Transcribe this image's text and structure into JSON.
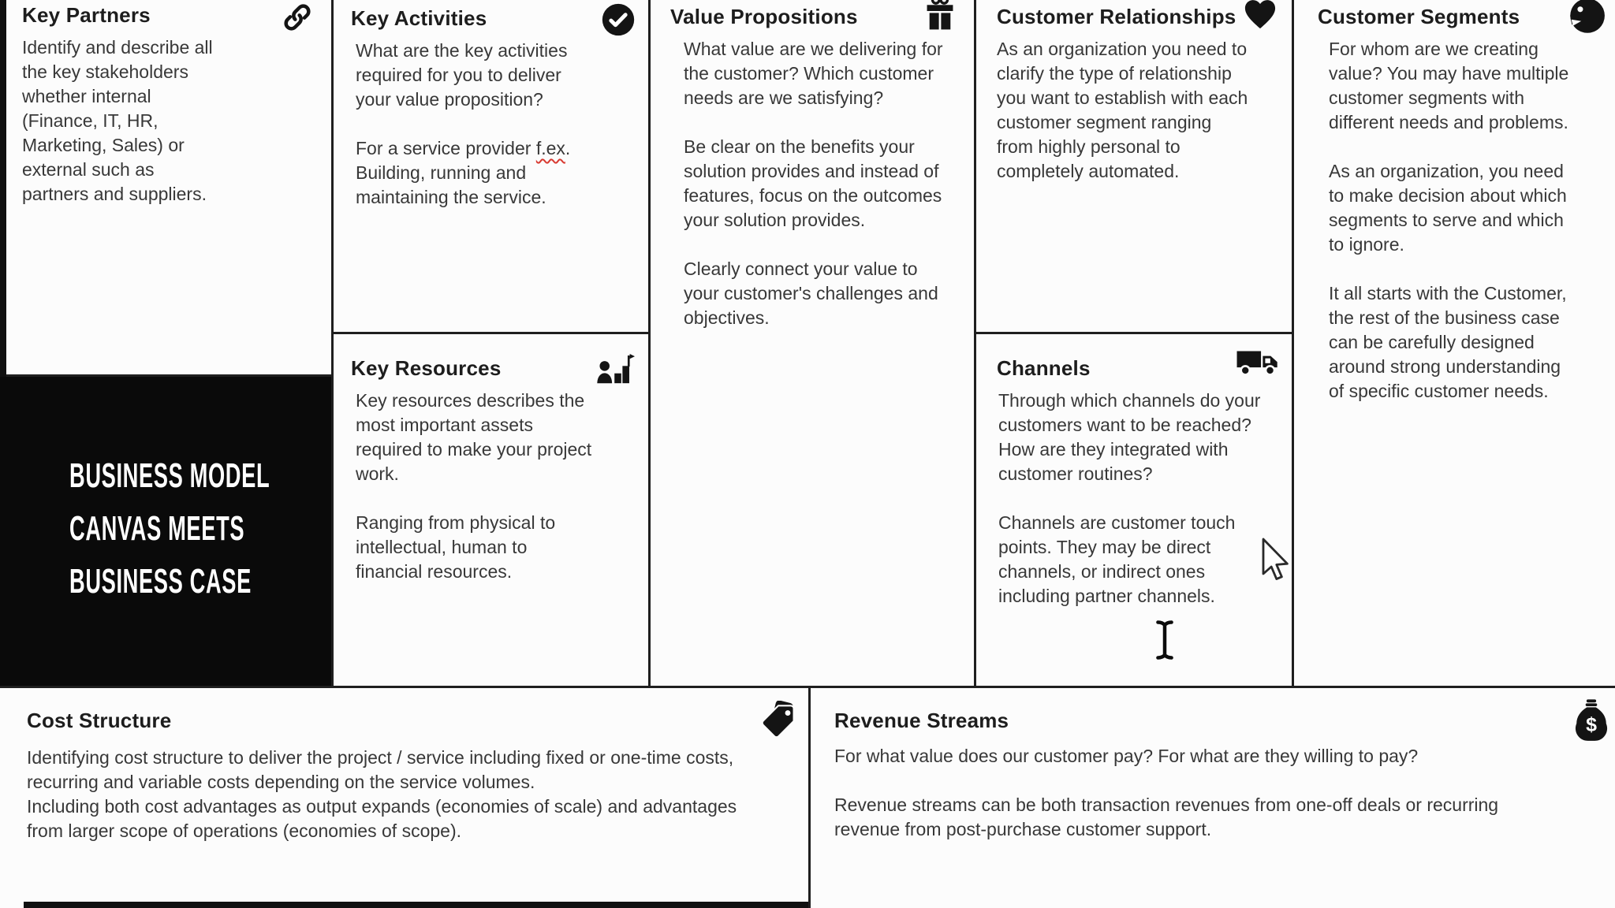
{
  "page": {
    "background": "#ffffff",
    "border_color": "#1f1f1f",
    "panel_bg": "#fcfcfc",
    "title_color": "#1d1d1d",
    "body_color": "#383838",
    "misspell_underline_color": "#d83a31"
  },
  "overlay": {
    "bg": "#0a0a0a",
    "text_color": "#ffffff",
    "lines": [
      "BUSINESS MODEL",
      "CANVAS MEETS",
      "BUSINESS CASE"
    ]
  },
  "sections": {
    "key_partners": {
      "title": "Key Partners",
      "icon": "link-icon",
      "paragraphs": [
        "Identify and describe all the key stakeholders whether internal (Finance, IT, HR, Marketing, Sales) or external such as partners and suppliers."
      ]
    },
    "key_activities": {
      "title": "Key Activities",
      "icon": "check-circle-icon",
      "p1": "What are the key activities required for you to deliver your value proposition?",
      "p2_pre": "For a service provider ",
      "p2_misspelled": "f.ex",
      "p2_post": ". Building, running and maintaining the service."
    },
    "key_resources": {
      "title": "Key Resources",
      "icon": "person-chart-icon",
      "paragraphs": [
        "Key resources describes the most important assets required to make your project work.",
        "Ranging from physical to intellectual, human to financial resources."
      ]
    },
    "value_propositions": {
      "title": "Value Propositions",
      "icon": "gift-icon",
      "paragraphs": [
        "What value are we delivering for the customer? Which customer needs are we satisfying?",
        "Be clear on the benefits your solution provides and instead of features, focus on the outcomes your solution provides.",
        "Clearly connect your value to your customer's challenges and objectives."
      ]
    },
    "customer_relationships": {
      "title": "Customer Relationships",
      "icon": "heart-icon",
      "paragraphs": [
        "As an organization you need to clarify the type of relationship you want to establish with each customer segment ranging from highly personal to completely automated."
      ]
    },
    "channels": {
      "title": "Channels",
      "icon": "truck-icon",
      "paragraphs": [
        "Through which channels do your customers want to be reached? How are they integrated with customer routines?",
        "Channels are customer touch points. They may be direct channels, or indirect ones including partner channels."
      ]
    },
    "customer_segments": {
      "title": "Customer Segments",
      "icon": "head-profile-icon",
      "paragraphs": [
        "For whom are we creating value? You may have multiple customer segments with different needs and problems.",
        "As an organization, you need to make decision about which segments to serve and which to ignore.",
        "It all starts with the Customer, the rest of the business case can be carefully designed around strong understanding of specific customer needs."
      ]
    },
    "cost_structure": {
      "title": "Cost Structure",
      "icon": "price-tag-icon",
      "paragraphs": [
        "Identifying cost structure to deliver the project / service including fixed or one-time costs, recurring and variable costs depending on the service volumes.",
        "Including both cost advantages as output expands (economies of scale) and advantages from larger scope of operations (economies of scope)."
      ]
    },
    "revenue_streams": {
      "title": "Revenue Streams",
      "icon": "money-bag-icon",
      "paragraphs": [
        "For what value does our customer pay? For what are they willing to pay?",
        "Revenue streams can be both transaction revenues from one-off deals or recurring revenue from post-purchase customer support."
      ]
    }
  },
  "cursors": {
    "pointer": "arrow-cursor",
    "text": "ibeam-cursor"
  }
}
